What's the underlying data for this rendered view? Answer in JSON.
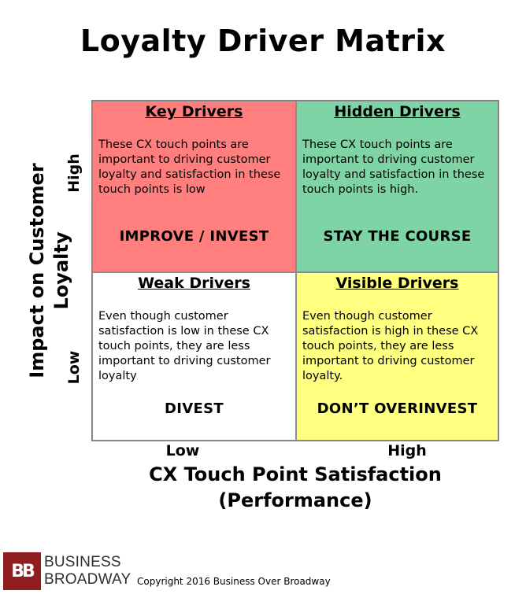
{
  "title": "Loyalty Driver Matrix",
  "y_axis": {
    "title": "Impact on Customer Loyalty",
    "high": "High",
    "low": "Low"
  },
  "x_axis": {
    "title": "CX Touch Point Satisfaction (Performance)",
    "low": "Low",
    "high": "High"
  },
  "quadrants": {
    "top_left": {
      "title": "Key Drivers",
      "body": "These CX touch points are important to driving customer loyalty and satisfaction in these touch points is low",
      "action": "IMPROVE / INVEST",
      "color": "#ff7f7f"
    },
    "top_right": {
      "title": "Hidden Drivers",
      "body": "These CX touch points are important to driving customer loyalty and satisfaction in these touch points  is high.",
      "action": "STAY THE COURSE",
      "color": "#7fd4a5"
    },
    "bottom_left": {
      "title": "Weak Drivers",
      "body": "Even though customer satisfaction is low in these CX touch points, they are less important to driving customer loyalty",
      "action": "DIVEST",
      "color": "#ffffff"
    },
    "bottom_right": {
      "title": "Visible Drivers",
      "body": "Even though customer satisfaction is high in these CX touch points, they are less important to driving customer loyalty.",
      "action": "DON’T OVERINVEST",
      "color": "#ffff80"
    }
  },
  "logo": {
    "mark": "BB",
    "line1": "BUSINESS",
    "line2": "BROADWAY",
    "color": "#8f1e1e"
  },
  "copyright": "Copyright 2016 Business Over Broadway"
}
